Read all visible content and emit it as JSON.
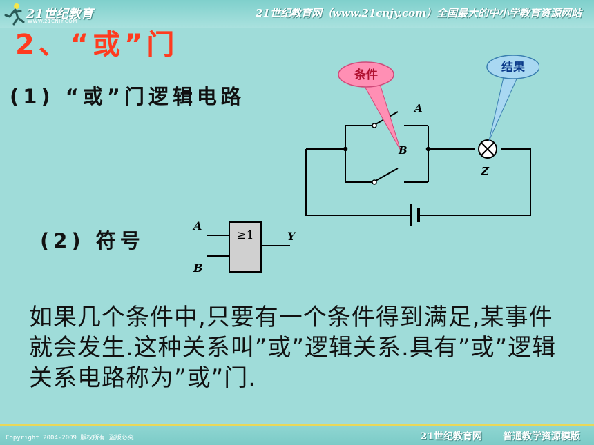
{
  "header": {
    "logo_text": "21世纪教育",
    "logo_sub": "WWW.21CNJY.COM",
    "site_title": "21世纪教育网（www.21cnjy.com）全国最大的中小学教育资源网站"
  },
  "slide": {
    "heading": "2、“或”门",
    "subheading_1": "(1) “或”门逻辑电路",
    "subheading_2": "(2) 符号",
    "paragraph": "如果几个条件中,只要有一个条件得到满足,某事件就会发生.这种关系叫”或”逻辑关系.具有”或”逻辑关系电路称为”或”门."
  },
  "circuit": {
    "callout_condition": "条件",
    "callout_result": "结果",
    "label_a": "A",
    "label_b": "B",
    "label_z": "Z"
  },
  "gate": {
    "input_a": "A",
    "input_b": "B",
    "output": "Y",
    "symbol": "≥1"
  },
  "footer": {
    "copyright": "Copyright 2004-2009 版权所有 盗版必究",
    "site": "21世纪教育网",
    "template": "普通教学资源模版"
  },
  "colors": {
    "background": "#9fdcd9",
    "heading": "#ff3b1f",
    "callout_condition_fill": "#ff8fb4",
    "callout_result_fill": "#a9d8f2",
    "gate_fill": "#d0d0d0"
  }
}
